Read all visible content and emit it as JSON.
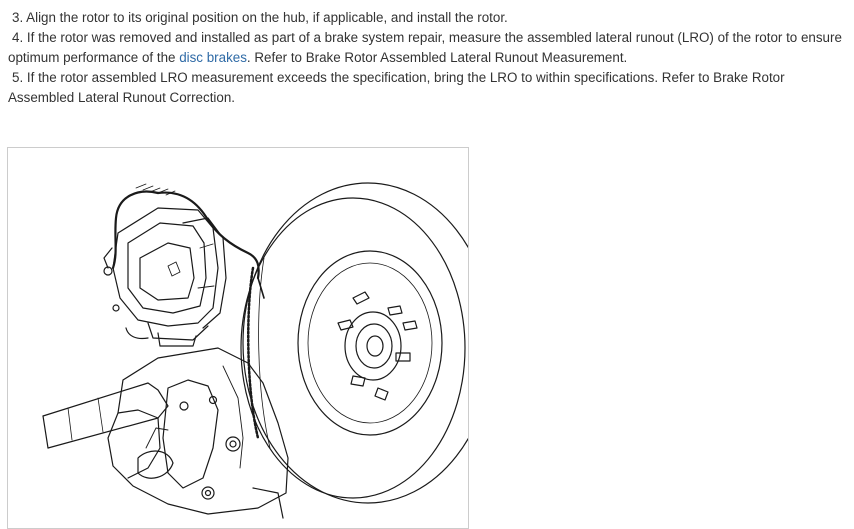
{
  "steps": [
    {
      "number": "3.",
      "text": "Align the rotor to its original position on the hub, if applicable, and install the rotor."
    },
    {
      "number": "4.",
      "text_before": "If the rotor was removed and installed as part of a brake system repair, measure the assembled lateral runout (LRO) of the rotor to ensure optimum performance of the ",
      "link": "disc brakes",
      "text_after": ". Refer to Brake Rotor Assembled Lateral Runout Measurement."
    },
    {
      "number": "5.",
      "text": "If the rotor assembled LRO measurement exceeds the specification, bring the LRO to within specifications. Refer to Brake Rotor Assembled Lateral Runout Correction."
    }
  ],
  "figure": {
    "icons": [
      "brake-caliper-icon",
      "brake-rotor-icon",
      "wheel-hub-icon",
      "wheel-stud-icon",
      "brake-hose-icon",
      "steering-knuckle-icon",
      "axle-shaft-icon"
    ],
    "stroke_color": "#1a1a1a",
    "border_color": "#cccccc"
  },
  "colors": {
    "text": "#333333",
    "link": "#2e6aa6",
    "background": "#ffffff"
  }
}
